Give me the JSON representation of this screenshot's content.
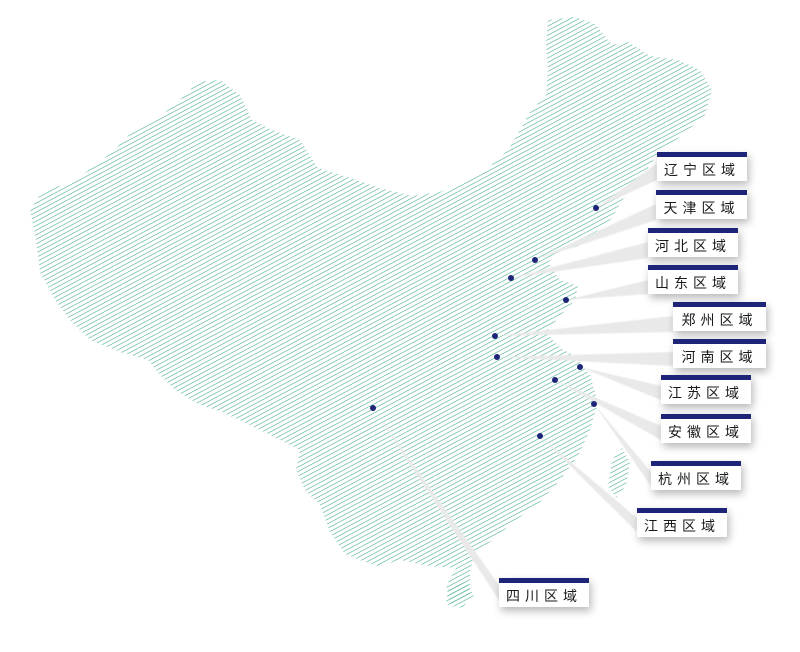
{
  "map": {
    "fill_color": "#3aa889",
    "dot_color": "#1e2477",
    "label_bar_color": "#1e2477"
  },
  "regions": [
    {
      "id": "liaoning",
      "label": "辽宁区域"
    },
    {
      "id": "tianjin",
      "label": "天津区域"
    },
    {
      "id": "hebei",
      "label": "河北区域"
    },
    {
      "id": "shandong",
      "label": "山东区域"
    },
    {
      "id": "zhengzhou",
      "label": "郑州区域"
    },
    {
      "id": "henan",
      "label": "河南区域"
    },
    {
      "id": "jiangsu",
      "label": "江苏区域"
    },
    {
      "id": "anhui",
      "label": "安徽区域"
    },
    {
      "id": "hangzhou",
      "label": "杭州区域"
    },
    {
      "id": "jiangxi",
      "label": "江西区域"
    },
    {
      "id": "sichuan",
      "label": "四川区域"
    }
  ]
}
